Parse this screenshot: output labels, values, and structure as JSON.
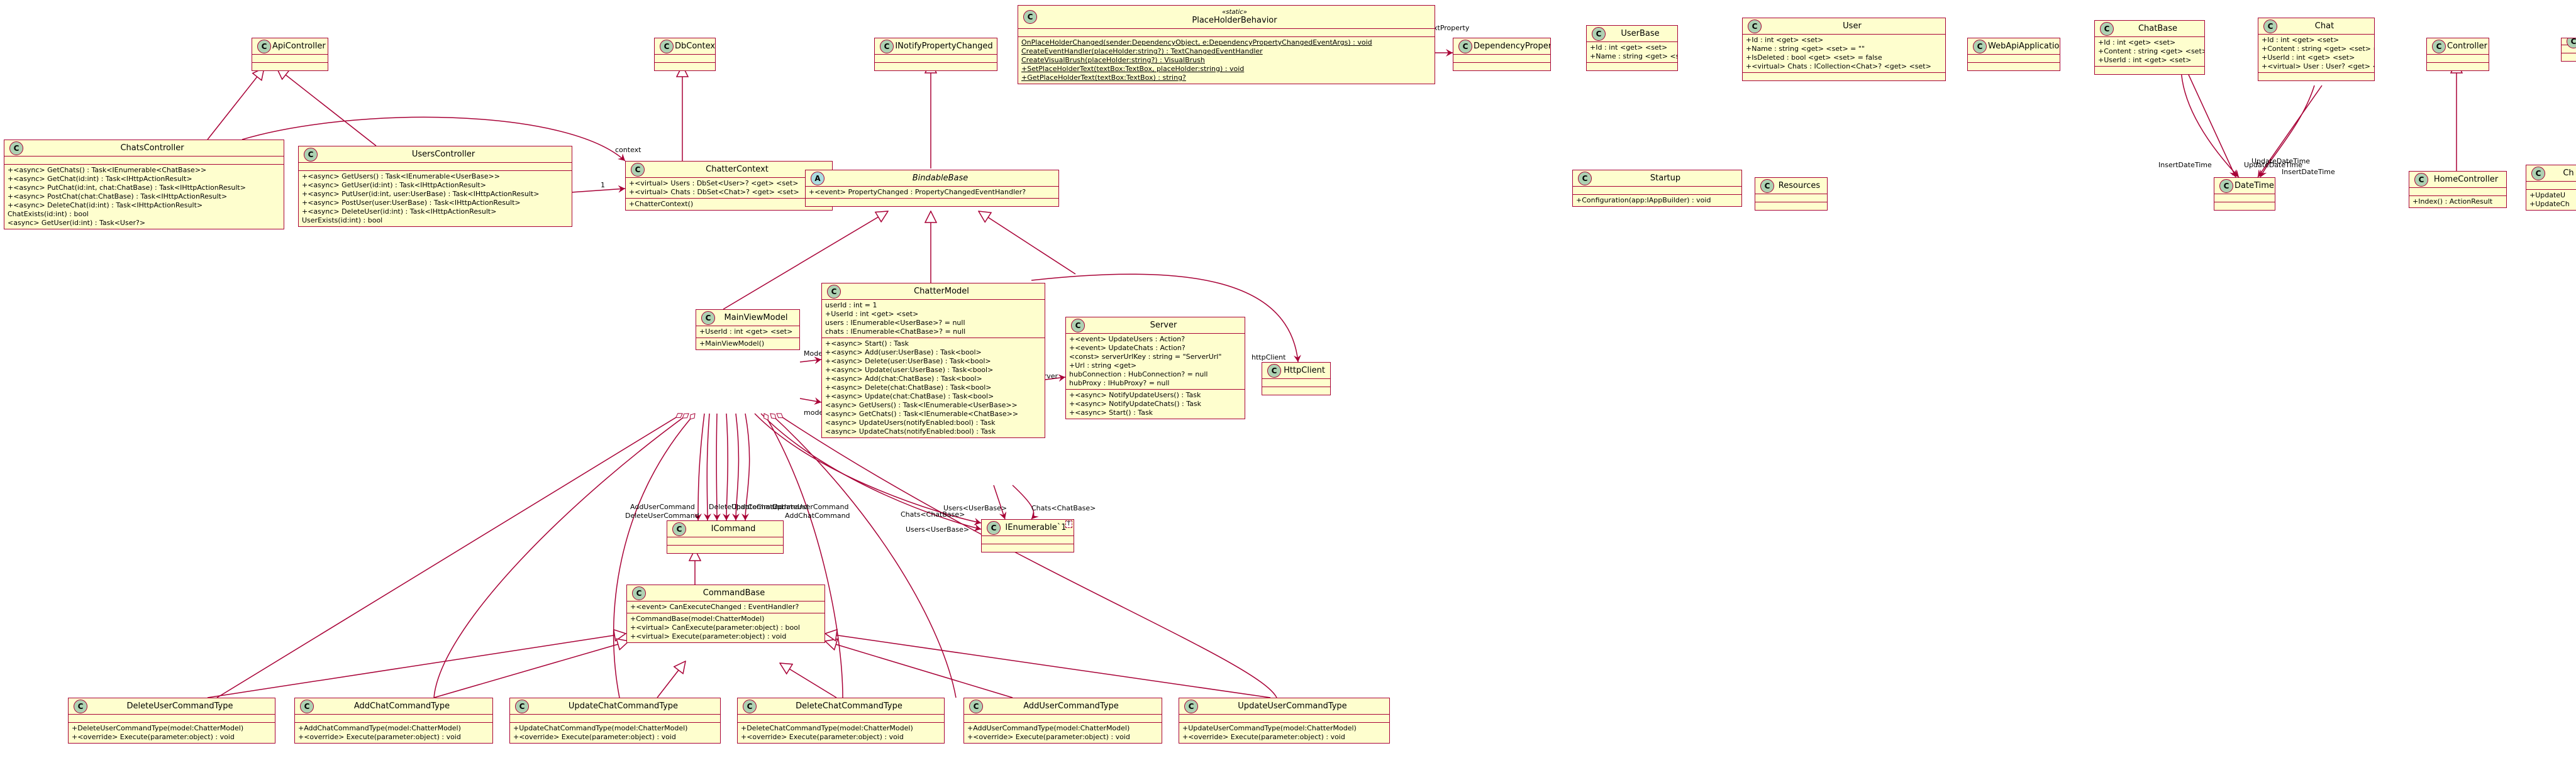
{
  "classes": {
    "api_controller": {
      "name": "ApiController",
      "kind": "C",
      "fields": [],
      "methods": []
    },
    "db_context": {
      "name": "DbContext",
      "kind": "C",
      "fields": [],
      "methods": []
    },
    "inotify": {
      "name": "INotifyPropertyChanged",
      "kind": "C",
      "fields": [],
      "methods": []
    },
    "placeholder_behavior": {
      "stereotype": "«static»",
      "name": "PlaceHolderBehavior",
      "kind": "C",
      "fields": [],
      "methods": [
        "OnPlaceHolderChanged(sender:DependencyObject, e:DependencyPropertyChangedEventArgs) : void",
        "CreateEventHandler(placeHolder:string?) : TextChangedEventHandler",
        "CreateVisualBrush(placeHolder:string?) : VisualBrush",
        "+SetPlaceHolderText(textBox:TextBox, placeHolder:string) : void",
        "+GetPlaceHolderText(textBox:TextBox) : string?"
      ]
    },
    "dependency_property": {
      "name": "DependencyProperty",
      "kind": "C",
      "fields": [],
      "methods": []
    },
    "user_base": {
      "name": "UserBase",
      "kind": "C",
      "fields": [
        "+Id : int <get> <set>",
        "+Name : string <get> <set> = \"\""
      ],
      "methods": []
    },
    "user": {
      "name": "User",
      "kind": "C",
      "fields": [
        "+Id : int <get> <set>",
        "+Name : string <get> <set> = \"\"",
        "+IsDeleted : bool <get> <set> = false",
        "+<virtual> Chats : ICollection<Chat>? <get> <set>"
      ],
      "methods": []
    },
    "webapi_app": {
      "name": "WebApiApplication",
      "kind": "C",
      "fields": [],
      "methods": []
    },
    "chat_base": {
      "name": "ChatBase",
      "kind": "C",
      "fields": [
        "+Id : int <get> <set>",
        "+Content : string <get> <set> = \"\"",
        "+UserId : int <get> <set>"
      ],
      "methods": []
    },
    "chat": {
      "name": "Chat",
      "kind": "C",
      "fields": [
        "+Id : int <get> <set>",
        "+Content : string <get> <set> = \"\"",
        "+UserId : int <get> <set>",
        "+<virtual> User : User? <get> <set>"
      ],
      "methods": []
    },
    "controller": {
      "name": "Controller",
      "kind": "C",
      "fields": [],
      "methods": []
    },
    "chats_controller": {
      "name": "ChatsController",
      "kind": "C",
      "fields": [],
      "methods": [
        "+<async> GetChats() : Task<IEnumerable<ChatBase>>",
        "+<async> GetChat(id:int) : Task<IHttpActionResult>",
        "+<async> PutChat(id:int, chat:ChatBase) : Task<IHttpActionResult>",
        "+<async> PostChat(chat:ChatBase) : Task<IHttpActionResult>",
        "+<async> DeleteChat(id:int) : Task<IHttpActionResult>",
        "ChatExists(id:int) : bool",
        "<async> GetUser(id:int) : Task<User?>"
      ]
    },
    "users_controller": {
      "name": "UsersController",
      "kind": "C",
      "fields": [],
      "methods": [
        "+<async> GetUsers() : Task<IEnumerable<UserBase>>",
        "+<async> GetUser(id:int) : Task<IHttpActionResult>",
        "+<async> PutUser(id:int, user:UserBase) : Task<IHttpActionResult>",
        "+<async> PostUser(user:UserBase) : Task<IHttpActionResult>",
        "+<async> DeleteUser(id:int) : Task<IHttpActionResult>",
        "UserExists(id:int) : bool"
      ]
    },
    "chatter_context": {
      "name": "ChatterContext",
      "kind": "C",
      "fields": [
        "+<virtual> Users : DbSet<User>? <get> <set>",
        "+<virtual> Chats : DbSet<Chat>? <get> <set>"
      ],
      "methods": [
        "+ChatterContext()"
      ]
    },
    "bindable_base": {
      "name": "BindableBase",
      "kind": "A",
      "fields": [
        "+<event> PropertyChanged : PropertyChangedEventHandler?"
      ],
      "methods": []
    },
    "startup": {
      "name": "Startup",
      "kind": "C",
      "fields": [],
      "methods": [
        "+Configuration(app:IAppBuilder) : void"
      ]
    },
    "resources": {
      "name": "Resources",
      "kind": "C",
      "fields": [],
      "methods": []
    },
    "date_time": {
      "name": "DateTime",
      "kind": "C",
      "fields": [],
      "methods": []
    },
    "home_controller": {
      "name": "HomeController",
      "kind": "C",
      "fields": [],
      "methods": [
        "+Index() : ActionResult"
      ]
    },
    "chatter_model": {
      "name": "ChatterModel",
      "kind": "C",
      "fields": [
        "userId : int = 1",
        "+UserId : int <get> <set>",
        "users : IEnumerable<UserBase>? = null",
        "chats : IEnumerable<ChatBase>? = null"
      ],
      "methods": [
        "+<async> Start() : Task",
        "+<async> Add(user:UserBase) : Task<bool>",
        "+<async> Delete(user:UserBase) : Task<bool>",
        "+<async> Update(user:UserBase) : Task<bool>",
        "+<async> Add(chat:ChatBase) : Task<bool>",
        "+<async> Delete(chat:ChatBase) : Task<bool>",
        "+<async> Update(chat:ChatBase) : Task<bool>",
        "<async> GetUsers() : Task<IEnumerable<UserBase>>",
        "<async> GetChats() : Task<IEnumerable<ChatBase>>",
        "<async> UpdateUsers(notifyEnabled:bool) : Task",
        "<async> UpdateChats(notifyEnabled:bool) : Task"
      ]
    },
    "server": {
      "name": "Server",
      "kind": "C",
      "fields": [
        "+<event> UpdateUsers : Action?",
        "+<event> UpdateChats : Action?",
        "<const> serverUrlKey : string = \"ServerUrl\"",
        "+Url : string <get>",
        "hubConnection : HubConnection? = null",
        "hubProxy : IHubProxy? = null"
      ],
      "methods": [
        "+<async> NotifyUpdateUsers() : Task",
        "+<async> NotifyUpdateChats() : Task",
        "+<async> Start() : Task"
      ]
    },
    "http_client": {
      "name": "HttpClient",
      "kind": "C",
      "fields": [],
      "methods": []
    },
    "main_view_model": {
      "name": "MainViewModel",
      "kind": "C",
      "fields": [
        "+UserId : int <get> <set>"
      ],
      "methods": [
        "+MainViewModel()"
      ]
    },
    "icommand": {
      "name": "ICommand",
      "kind": "C",
      "fields": [],
      "methods": []
    },
    "ienumerable": {
      "name": "IEnumerable`1",
      "kind": "C",
      "fields": [],
      "methods": [],
      "template_param": "T"
    },
    "command_base": {
      "name": "CommandBase",
      "kind": "C",
      "fields": [
        "+<event> CanExecuteChanged : EventHandler?"
      ],
      "methods": [
        "+CommandBase(model:ChatterModel)",
        "+<virtual> CanExecute(parameter:object) : bool",
        "+<virtual> Execute(parameter:object) : void"
      ]
    },
    "delete_user_cmd": {
      "name": "DeleteUserCommandType",
      "kind": "C",
      "fields": [],
      "methods": [
        "+DeleteUserCommandType(model:ChatterModel)",
        "+<override> Execute(parameter:object) : void"
      ]
    },
    "add_chat_cmd": {
      "name": "AddChatCommandType",
      "kind": "C",
      "fields": [],
      "methods": [
        "+AddChatCommandType(model:ChatterModel)",
        "+<override> Execute(parameter:object) : void"
      ]
    },
    "update_chat_cmd": {
      "name": "UpdateChatCommandType",
      "kind": "C",
      "fields": [],
      "methods": [
        "+UpdateChatCommandType(model:ChatterModel)",
        "+<override> Execute(parameter:object) : void"
      ]
    },
    "delete_chat_cmd": {
      "name": "DeleteChatCommandType",
      "kind": "C",
      "fields": [],
      "methods": [
        "+DeleteChatCommandType(model:ChatterModel)",
        "+<override> Execute(parameter:object) : void"
      ]
    },
    "add_user_cmd": {
      "name": "AddUserCommandType",
      "kind": "C",
      "fields": [],
      "methods": [
        "+AddUserCommandType(model:ChatterModel)",
        "+<override> Execute(parameter:object) : void"
      ]
    },
    "update_user_cmd": {
      "name": "UpdateUserCommandType",
      "kind": "C",
      "fields": [],
      "methods": [
        "+UpdateUserCommandType(model:ChatterModel)",
        "+<override> Execute(parameter:object) : void"
      ]
    },
    "partial_right_a": {
      "name": "",
      "kind": "C",
      "fields": [],
      "methods": []
    },
    "partial_right_b": {
      "name": "Ch",
      "kind": "C",
      "fields": [],
      "methods": [
        "+UpdateU",
        "+UpdateCh"
      ]
    }
  },
  "edge_labels": {
    "context": "context",
    "context_mult": "1",
    "placeholder_text_property": "PlaceHolderTextProperty",
    "insert_date_time": "InsertDateTime",
    "update_date_time": "UpdateDateTime",
    "model": "Model",
    "model2": "model",
    "server": "Server",
    "http_client": "httpClient",
    "add_user_command": "AddUserCommand",
    "delete_user_command": "DeleteUserCommand",
    "add_chat_command": "AddChatCommand",
    "update_chat_command": "UpdateChatCommand",
    "delete_chat_command": "DeleteChatCommand",
    "update_user_command": "UpdateUserCommand",
    "users_userbase": "Users<UserBase>",
    "chats_chatbase": "Chats<ChatBase>"
  },
  "colors": {
    "class_fill": "#FEFECE",
    "border": "#A80036",
    "class_icon": "#ADD1B2",
    "abstract_icon": "#A9DCDF"
  }
}
